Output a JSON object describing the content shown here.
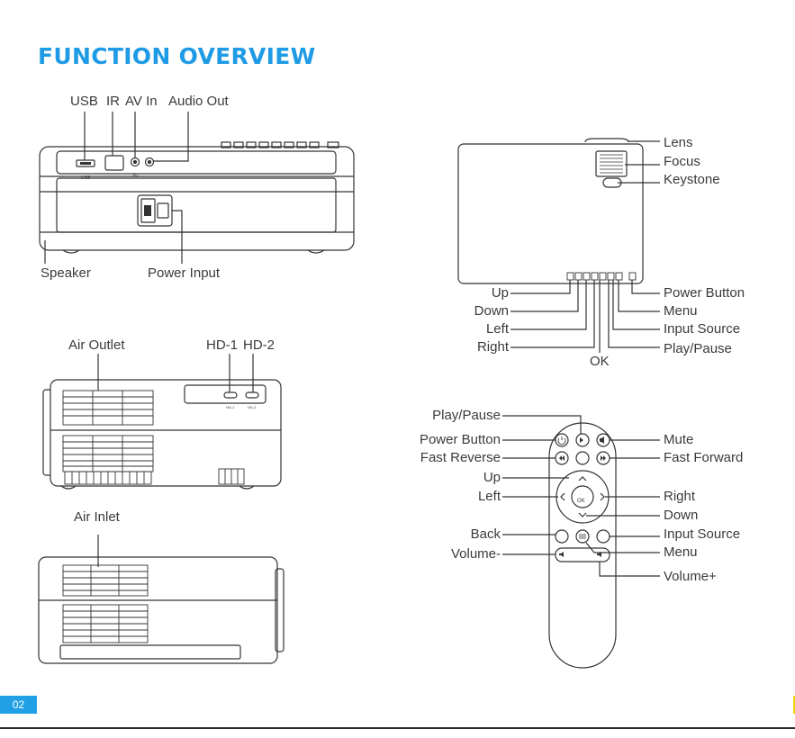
{
  "header": {
    "title": "FUNCTION OVERVIEW"
  },
  "page_number": "02",
  "back_view": {
    "ports_top": {
      "usb": "USB",
      "ir": "IR",
      "av_in": "AV In",
      "audio_out": "Audio Out"
    },
    "speaker": "Speaker",
    "power_input": "Power Input",
    "port_small_labels": {
      "usb": "USB",
      "av": "AV"
    }
  },
  "side_view": {
    "air_outlet": "Air Outlet",
    "hd1": "HD-1",
    "hd2": "HD-2",
    "hd_small_1": "HD-1",
    "hd_small_2": "HD-2"
  },
  "other_side_view": {
    "air_inlet": "Air Inlet"
  },
  "top_view": {
    "lens": "Lens",
    "focus": "Focus",
    "keystone": "Keystone",
    "up": "Up",
    "down": "Down",
    "left": "Left",
    "right": "Right",
    "ok": "OK",
    "power_button": "Power Button",
    "menu": "Menu",
    "input_source": "Input Source",
    "play_pause": "Play/Pause"
  },
  "remote": {
    "play_pause": "Play/Pause",
    "power_button": "Power Button",
    "fast_reverse": "Fast Reverse",
    "up": "Up",
    "left": "Left",
    "back": "Back",
    "volume_down": "Volume-",
    "mute": "Mute",
    "fast_forward": "Fast Forward",
    "right": "Right",
    "down": "Down",
    "input_source": "Input Source",
    "menu": "Menu",
    "volume_up": "Volume+",
    "ok_key": "OK"
  }
}
